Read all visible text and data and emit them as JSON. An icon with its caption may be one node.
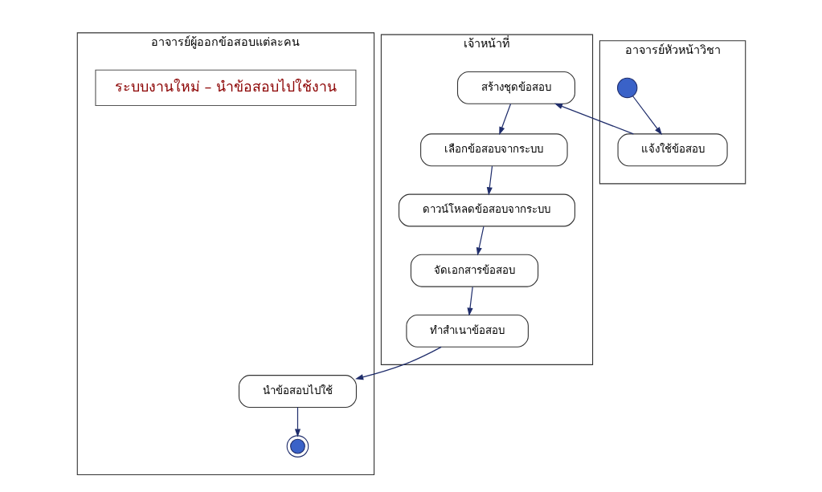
{
  "diagram": {
    "nodes": [
      {
        "text": [
          "อาจารย์ผู้ออกข้อสอบแต่ละคน"
        ]
      },
      {
        "text": [
          "อาจารย์หัวหน้าวิชา"
        ]
      },
      {
        "text": [
          "เจ้าหน้าที่"
        ]
      },
      {
        "text": [
          "ระบบงานใหม่ – นำข้อสอบไปใช้งาน"
        ],
        "in": 0
      },
      {
        "text": [],
        "shape": "circle",
        "in": 1
      },
      {
        "text": [
          "แจ้งใช้ข้อสอบ"
        ],
        "in": 1
      },
      {
        "text": [
          "สร้างชุดข้อสอบ"
        ],
        "in": 2
      },
      {
        "text": [
          "เลือกข้อสอบจากระบบ"
        ],
        "in": 2
      },
      {
        "text": [
          "ดาวน์โหลดข้อสอบจากระบบ"
        ],
        "in": 2
      },
      {
        "text": [
          "จัดเอกสารข้อสอบ"
        ],
        "in": 2
      },
      {
        "text": [
          "ทำสำเนาข้อสอบ"
        ],
        "in": 2
      },
      {
        "text": [
          "นำข้อสอบไปใช้"
        ],
        "in": 0
      },
      {
        "text": [],
        "shape": "bullseye",
        "in": 0
      }
    ],
    "edges": [
      {
        "from": 4,
        "to": 5,
        "arrow": "to"
      },
      {
        "from": 5,
        "to": 6,
        "arrow": "to"
      },
      {
        "from": 6,
        "to": 7,
        "arrow": "to"
      },
      {
        "from": 7,
        "to": 8,
        "arrow": "to"
      },
      {
        "from": 8,
        "to": 9,
        "arrow": "to"
      },
      {
        "from": 9,
        "to": 10,
        "arrow": "to"
      },
      {
        "from": 10,
        "to": 11,
        "arrow": "to"
      },
      {
        "from": 11,
        "to": 12,
        "arrow": "to"
      }
    ]
  }
}
